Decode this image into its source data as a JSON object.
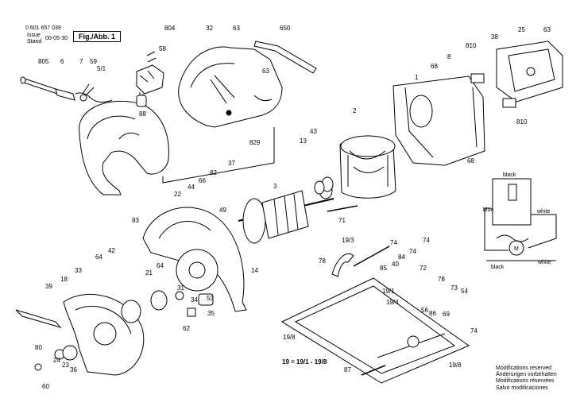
{
  "header": {
    "doc_number": "0 601 657 039",
    "issue_label": "Issue",
    "stand_label": "Stand",
    "date": "00-05-30",
    "figure": "Fig./Abb. 1"
  },
  "part_labels": [
    "805",
    "6",
    "7",
    "59",
    "5/1",
    "804",
    "58",
    "88",
    "32",
    "63",
    "650",
    "63",
    "829",
    "68",
    "8",
    "810",
    "38",
    "25",
    "63",
    "1",
    "810",
    "68",
    "43",
    "13",
    "2",
    "37",
    "82",
    "66",
    "44",
    "49",
    "3",
    "22",
    "83",
    "42",
    "64",
    "21",
    "64",
    "31",
    "53",
    "34",
    "35",
    "62",
    "14",
    "71",
    "19/3",
    "78",
    "74",
    "84",
    "74",
    "40",
    "74",
    "85",
    "72",
    "78",
    "19/1",
    "73",
    "54",
    "19/4",
    "56",
    "86",
    "69",
    "74",
    "33",
    "18",
    "39",
    "80",
    "24",
    "23",
    "36",
    "60",
    "19/8",
    "87",
    "19/8"
  ],
  "formula": "19 = 19/1 - 19/8",
  "wiring": {
    "black_top": "black",
    "blue": "blue",
    "white_right": "white",
    "white_bottom": "white",
    "black_bottom": "black",
    "motor": "M"
  },
  "notes": [
    "Modifications reserved",
    "Änderungen vorbehalten",
    "Modifications réservées",
    "Salvo modificaciones"
  ]
}
